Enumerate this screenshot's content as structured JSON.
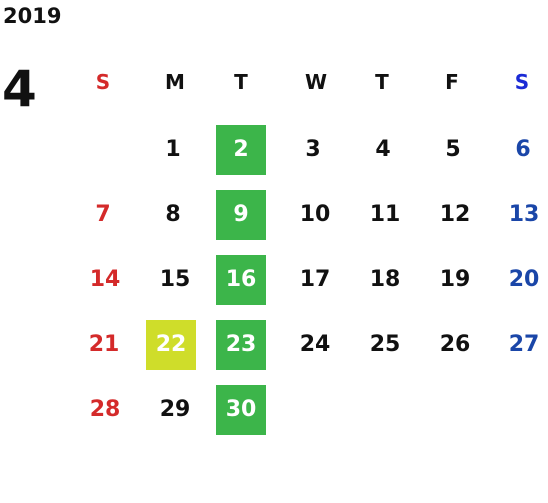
{
  "year": "2019",
  "month": "4",
  "weekdays": [
    "S",
    "M",
    "T",
    "W",
    "T",
    "F",
    "S"
  ],
  "weeks": [
    [
      "",
      "1",
      "2",
      "3",
      "4",
      "5",
      "6"
    ],
    [
      "7",
      "8",
      "9",
      "10",
      "11",
      "12",
      "13"
    ],
    [
      "14",
      "15",
      "16",
      "17",
      "18",
      "19",
      "20"
    ],
    [
      "21",
      "22",
      "23",
      "24",
      "25",
      "26",
      "27"
    ],
    [
      "28",
      "29",
      "30",
      "",
      "",
      "",
      ""
    ]
  ],
  "colors": {
    "sunday": "#d42a2a",
    "saturday": "#1a46a8",
    "highlight_green": "#3cb54a",
    "highlight_yellow": "#cfdd2a"
  },
  "highlighted_green_days": [
    "2",
    "9",
    "16",
    "23",
    "30"
  ],
  "highlighted_yellow_days": [
    "22"
  ]
}
